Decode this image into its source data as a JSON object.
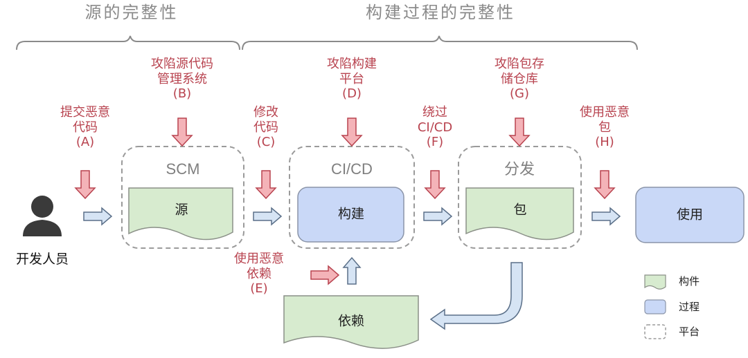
{
  "sections": {
    "source_integrity": "源的完整性",
    "build_integrity": "构建过程的完整性"
  },
  "attacks": [
    {
      "id": "A",
      "lines": [
        "提交恶意",
        "代码"
      ],
      "label": "(A)"
    },
    {
      "id": "B",
      "lines": [
        "攻陷源代码",
        "管理系统"
      ],
      "label": "(B)"
    },
    {
      "id": "C",
      "lines": [
        "修改",
        "代码"
      ],
      "label": "(C)"
    },
    {
      "id": "D",
      "lines": [
        "攻陷构建",
        "平台"
      ],
      "label": "(D)"
    },
    {
      "id": "E",
      "lines": [
        "使用恶意",
        "依赖"
      ],
      "label": "(E)"
    },
    {
      "id": "F",
      "lines": [
        "绕过",
        "CI/CD"
      ],
      "label": "(F)"
    },
    {
      "id": "G",
      "lines": [
        "攻陷包存",
        "储仓库"
      ],
      "label": "(G)"
    },
    {
      "id": "H",
      "lines": [
        "使用恶意",
        "包"
      ],
      "label": "(H)"
    }
  ],
  "actor": {
    "label": "开发人员",
    "icon": "person-icon"
  },
  "platforms": {
    "scm": "SCM",
    "cicd": "CI/CD",
    "distribution": "分发"
  },
  "nodes": {
    "source": "源",
    "build": "构建",
    "package": "包",
    "dependency": "依赖",
    "use": "使用"
  },
  "legend": [
    {
      "shape": "artifact",
      "label": "构件",
      "color": "#d7ebcf"
    },
    {
      "shape": "process",
      "label": "过程",
      "color": "#c9d8f7"
    },
    {
      "shape": "platform",
      "label": "平台"
    }
  ],
  "colors": {
    "attack_red": "#b8434f",
    "attack_arrow_fill": "#f4b3b8",
    "artifact_fill": "#d7ebcf",
    "artifact_stroke": "#8a8f87",
    "process_fill": "#c9d8f7",
    "process_stroke": "#8a94a8",
    "flow_arrow_fill": "#d6e4f4",
    "platform_stroke": "#9a9a9a",
    "section_gray": "#8a8a8a"
  }
}
